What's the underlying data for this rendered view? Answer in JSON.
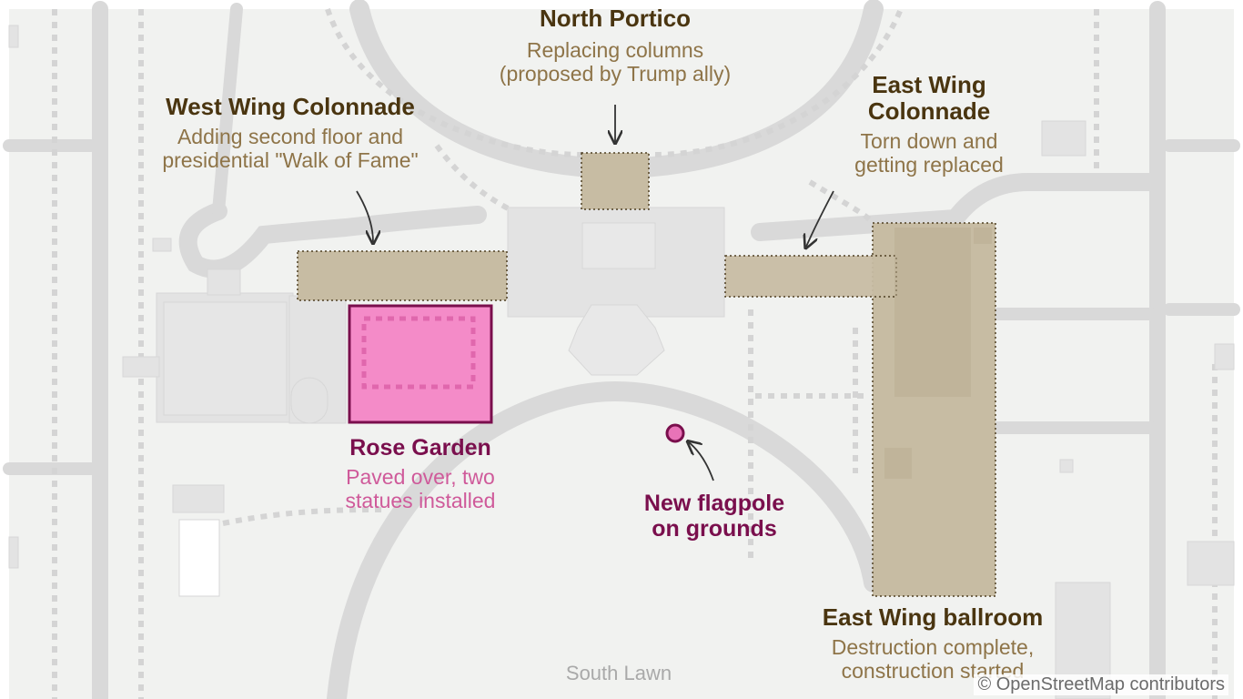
{
  "labels": {
    "north_portico": {
      "title": "North Portico",
      "desc_line1": "Replacing columns",
      "desc_line2": "(proposed by Trump ally)"
    },
    "west_wing_colonnade": {
      "title": "West Wing Colonnade",
      "desc_line1": "Adding second floor and",
      "desc_line2": "presidential \"Walk of Fame\""
    },
    "east_wing_colonnade": {
      "title_line1": "East Wing",
      "title_line2": "Colonnade",
      "desc_line1": "Torn down and",
      "desc_line2": "getting replaced"
    },
    "rose_garden": {
      "title": "Rose Garden",
      "desc_line1": "Paved over, two",
      "desc_line2": "statues installed"
    },
    "flagpole": {
      "title_line1": "New flagpole",
      "title_line2": "on grounds"
    },
    "east_wing_ballroom": {
      "title": "East Wing ballroom",
      "desc_line1": "Destruction complete,",
      "desc_line2": "construction started"
    },
    "south_lawn": "South Lawn"
  },
  "attribution": "© OpenStreetMap contributors",
  "colors": {
    "map_background": "#f1f2f0",
    "road": "#d9d9d9",
    "building": "#e3e3e3",
    "project_fill": "#c7bca3",
    "rose_garden_fill": "#f48bc8",
    "rose_garden_border": "#7a0f4d",
    "flagpole": "#7a0f4d"
  }
}
